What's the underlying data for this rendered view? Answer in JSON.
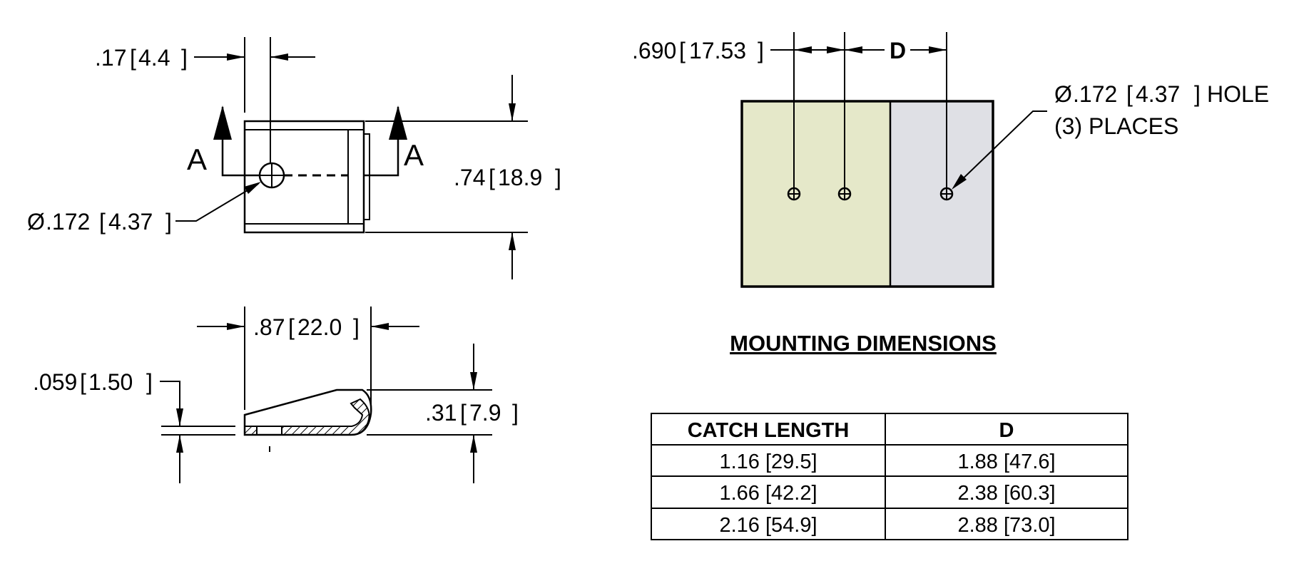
{
  "top_view": {
    "offset_dim": ".17",
    "offset_dim_mm": "4.4",
    "height_dim": ".74",
    "height_dim_mm": "18.9",
    "hole_dim": ".172",
    "hole_dim_mm": "4.37",
    "section_label": "A"
  },
  "side_view": {
    "width_dim": ".87",
    "width_dim_mm": "22.0",
    "thickness_dim": ".059",
    "thickness_dim_mm": "1.50",
    "height_dim": ".31",
    "height_dim_mm": "7.9"
  },
  "mounting": {
    "spacing_dim": ".690",
    "spacing_dim_mm": "17.53",
    "d_label": "D",
    "hole_note_dim": ".172",
    "hole_note_dim_mm": "4.37",
    "hole_note_suffix": "HOLE",
    "hole_note_places": "(3) PLACES",
    "left_panel_color": "#e5e8c9",
    "right_panel_color": "#dfe0e5",
    "title": "MOUNTING DIMENSIONS"
  },
  "table": {
    "headers": [
      "CATCH LENGTH",
      "D"
    ],
    "rows": [
      [
        "1.16 [29.5]",
        "1.88 [47.6]"
      ],
      [
        "1.66 [42.2]",
        "2.38 [60.3]"
      ],
      [
        "2.16 [54.9]",
        "2.88 [73.0]"
      ]
    ]
  }
}
